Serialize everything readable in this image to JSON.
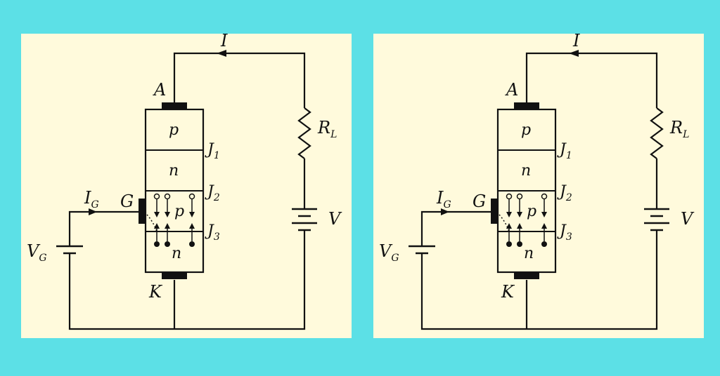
{
  "colors": {
    "background": "#5ce0e6",
    "panel": "#fffadc",
    "ink": "#111111"
  },
  "panels": [
    {
      "current": "I",
      "anode": "A",
      "cathode": "K",
      "gate": "G",
      "gate_current": {
        "main": "I",
        "sub": "G"
      },
      "gate_voltage": {
        "main": "V",
        "sub": "G"
      },
      "load": {
        "main": "R",
        "sub": "L"
      },
      "supply": "V",
      "layers": [
        "p",
        "n",
        "p",
        "n"
      ],
      "junctions": [
        {
          "main": "J",
          "sub": "1"
        },
        {
          "main": "J",
          "sub": "2"
        },
        {
          "main": "J",
          "sub": "3"
        }
      ]
    },
    {
      "current": "I",
      "anode": "A",
      "cathode": "K",
      "gate": "G",
      "gate_current": {
        "main": "I",
        "sub": "G"
      },
      "gate_voltage": {
        "main": "V",
        "sub": "G"
      },
      "load": {
        "main": "R",
        "sub": "L"
      },
      "supply": "V",
      "layers": [
        "p",
        "n",
        "p",
        "n"
      ],
      "junctions": [
        {
          "main": "J",
          "sub": "1"
        },
        {
          "main": "J",
          "sub": "2"
        },
        {
          "main": "J",
          "sub": "3"
        }
      ]
    }
  ]
}
